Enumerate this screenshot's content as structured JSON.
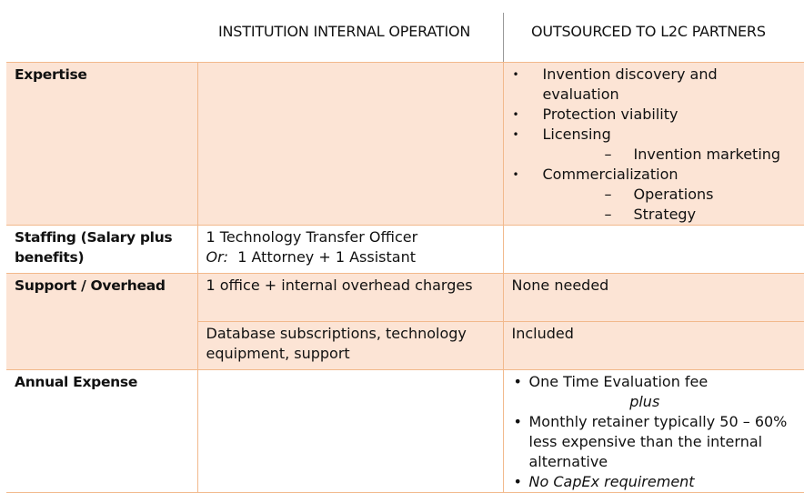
{
  "header": {
    "col_internal": "INSTITUTION INTERNAL OPERATION",
    "col_outsourced": "OUTSOURCED TO L2C PARTNERS"
  },
  "rows": {
    "expertise": {
      "label": "Expertise",
      "outsourced": {
        "items": [
          "Invention discovery and evaluation",
          "Protection viability",
          "Licensing",
          "Commercialization"
        ],
        "licensing_sub": [
          "Invention marketing"
        ],
        "commercialization_sub": [
          "Operations",
          "Strategy"
        ]
      }
    },
    "staffing": {
      "label": "Staffing (Salary plus benefits)",
      "internal_line1": "1 Technology Transfer Officer",
      "internal_or": "Or:",
      "internal_line2": "1 Attorney + 1 Assistant"
    },
    "support": {
      "label": "Support / Overhead",
      "internal_a": "1 office + internal overhead charges",
      "outsourced_a": "None needed",
      "internal_b": "Database subscriptions, technology equipment, support",
      "outsourced_b": "Included"
    },
    "annual": {
      "label": "Annual Expense",
      "item1": "One Time Evaluation fee",
      "plus": "plus",
      "item2": "Monthly retainer typically 50 – 60% less expensive than the internal alternative",
      "item3": "No CapEx requirement"
    }
  }
}
